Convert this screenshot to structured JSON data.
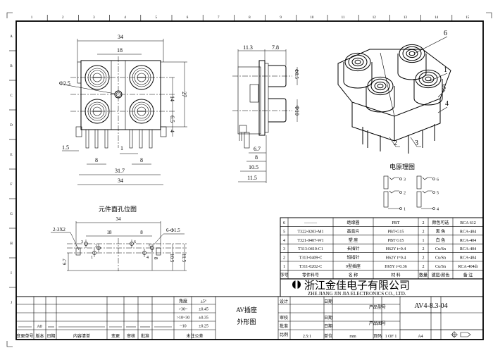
{
  "border": {
    "zones_top": [
      "1",
      "2",
      "3",
      "4",
      "5",
      "6",
      "7",
      "8",
      "9",
      "10",
      "11",
      "12",
      "13",
      "14",
      "15"
    ],
    "zones_left": [
      "A",
      "B",
      "C",
      "D",
      "E",
      "F",
      "G",
      "H",
      "I",
      "J"
    ]
  },
  "front_view": {
    "dims": {
      "width_top": "34",
      "pitch": "18",
      "hole_dia": "Φ2.5",
      "vert_pitch": "14",
      "height": "27",
      "offset": "6.5",
      "pin_len": "4",
      "pin_off": "1.5",
      "pin_w": "1",
      "pin_pitch_l": "8",
      "pin_pitch_r": "8",
      "base": "31.7",
      "width_bottom": "34"
    }
  },
  "side_view": {
    "dims": {
      "depth": "11.3",
      "jack": "7.8",
      "jack_dia1": "Φ8.5",
      "jack_dia2": "Φ10",
      "d1": "6.7",
      "d2": "8",
      "d3": "10.5",
      "d4": "11.5"
    }
  },
  "iso_view": {
    "callouts": [
      "6",
      "1",
      "5",
      "4",
      "2",
      "3"
    ]
  },
  "schematic": {
    "title": "电原理图",
    "pins": [
      "3",
      "2",
      "1",
      "6",
      "5",
      "4"
    ]
  },
  "hole_layout": {
    "title": "元件面孔位图",
    "dims": {
      "width": "34",
      "pitch": "18",
      "pitch2": "8",
      "slot": "2-3X2",
      "holes": "6-Φ1.5",
      "h1": "6.7",
      "h2": "8",
      "h3": "10.5",
      "h4": "11.5"
    },
    "hole_labels": [
      "3",
      "2",
      "1",
      "6",
      "5",
      "4"
    ]
  },
  "parts_table": {
    "rows": [
      {
        "no": "6",
        "code": "———",
        "name": "绝缘圈",
        "material": "PBT",
        "qty": "2",
        "color": "颜色可选",
        "remark": "RCA 612"
      },
      {
        "no": "5",
        "code": "T322-0203-M1",
        "name": "高音片",
        "material": "PBT-G15",
        "qty": "2",
        "color": "黑 色",
        "remark": "RCA-404"
      },
      {
        "no": "4",
        "code": "T321-0407-W1",
        "name": "塑 座",
        "material": "PBT G15",
        "qty": "1",
        "color": "白 色",
        "remark": "RCA-404"
      },
      {
        "no": "3",
        "code": "T313-0410-C1",
        "name": "长插针",
        "material": "H62Y t=0.4",
        "qty": "2",
        "color": "Cu/Sn",
        "remark": "RCA-404"
      },
      {
        "no": "2",
        "code": "T313-0409-C",
        "name": "短插针",
        "material": "H62Y t=0.4",
        "qty": "2",
        "color": "Cu/Sn",
        "remark": "RCA-404"
      },
      {
        "no": "1",
        "code": "T311-0202-C",
        "name": "9型插座",
        "material": "H65Y t=0.36",
        "qty": "2",
        "color": "Cu/Sn",
        "remark": "RCA-404dr"
      }
    ],
    "header": {
      "no": "序号",
      "code": "零件料号",
      "name": "名 称",
      "material": "材 料",
      "qty": "数量",
      "color": "镀层/颜色",
      "remark": "备 注"
    }
  },
  "company": {
    "name_cn": "浙江金佳电子有限公司",
    "name_en": "ZHE JIANG JIN JIA ELECTRONICS CO., LTD."
  },
  "title_block": {
    "rev_row": {
      "change_no": "变更单号",
      "version": "版本",
      "date": "日期",
      "content": "内容清单",
      "change": "变更",
      "review": "审核",
      "approve": "批准",
      "version_val": "A0"
    },
    "tolerances": {
      "title": "未注公差",
      "rows": [
        [
          "角度",
          "±5°"
        ],
        [
          ">30~",
          "±0.45"
        ],
        [
          ">10~30",
          "±0.35"
        ],
        [
          "~10",
          "±0.25"
        ]
      ]
    },
    "drawing_name": [
      "AV插座",
      "外形图"
    ],
    "labels": {
      "design": "设计",
      "check": "审校",
      "approve": "批准",
      "scale": "比例",
      "date": "日期",
      "unit": "单位",
      "product_model": "产品型号",
      "product_drawing": "产品图号",
      "page": "页码"
    },
    "values": {
      "scale": "2.5:1",
      "unit": "mm",
      "model": "AV4-8.3-04",
      "page": "1 OF 1",
      "size": "A4"
    }
  }
}
